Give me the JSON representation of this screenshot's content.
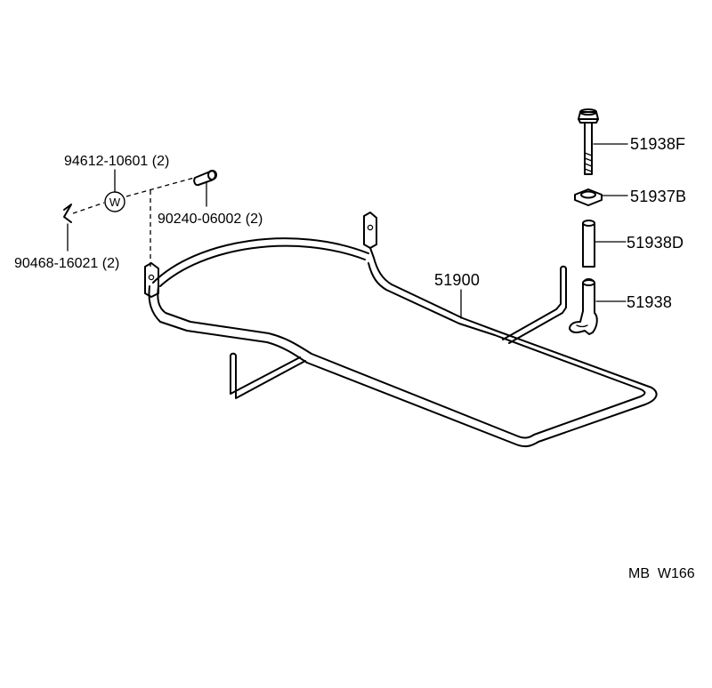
{
  "diagram": {
    "labels": {
      "carrier": "51900",
      "bolt": "51938F",
      "nut": "51937B",
      "spacer": "51938D",
      "hook": "51938",
      "washer_part": "94612-10601 (2)",
      "washer_symbol": "W",
      "pin": "90240-06002 (2)",
      "clip": "90468-16021 (2)",
      "ref_code": "MB  W166"
    }
  }
}
